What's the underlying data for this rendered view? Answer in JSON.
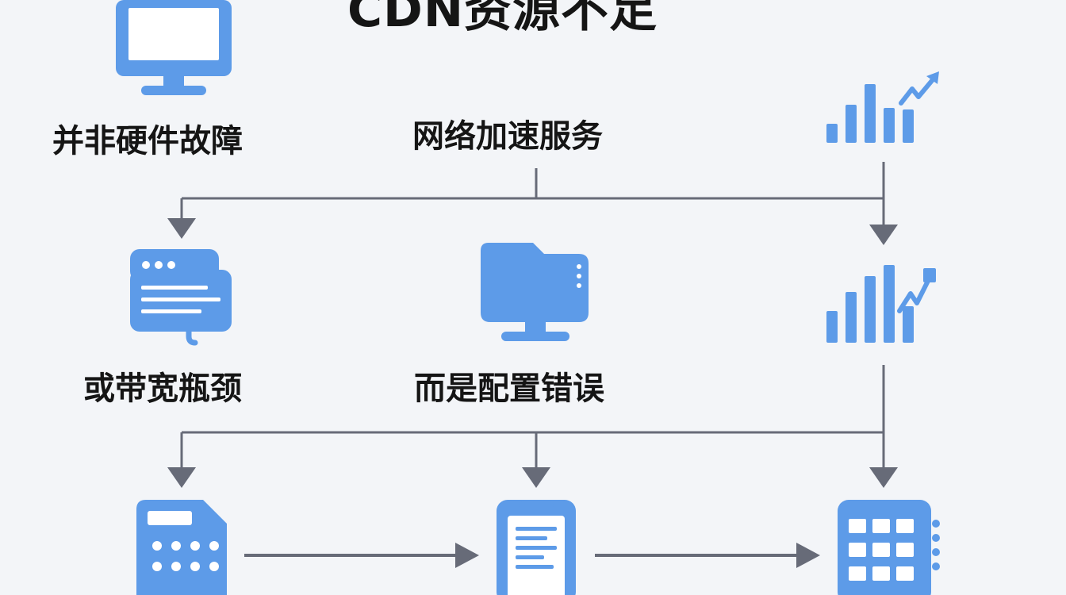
{
  "title": "CDN资源不足",
  "labels": {
    "hardware": "并非硬件故障",
    "network": "网络加速服务",
    "bandwidth": "或带宽瓶颈",
    "config": "而是配置错误"
  },
  "icons": {
    "top_left": "monitor-icon",
    "top_right": "bar-chart-trend-icon",
    "mid_left": "server-icon",
    "mid_center": "folder-monitor-icon",
    "mid_right": "bar-chart-trend-icon",
    "bottom_left": "calculator-document-icon",
    "bottom_center": "document-icon",
    "bottom_right": "grid-app-icon"
  },
  "colors": {
    "icon": "#5d9be8",
    "connector": "#676b78",
    "background": "#f3f5f8",
    "text": "#151515"
  }
}
